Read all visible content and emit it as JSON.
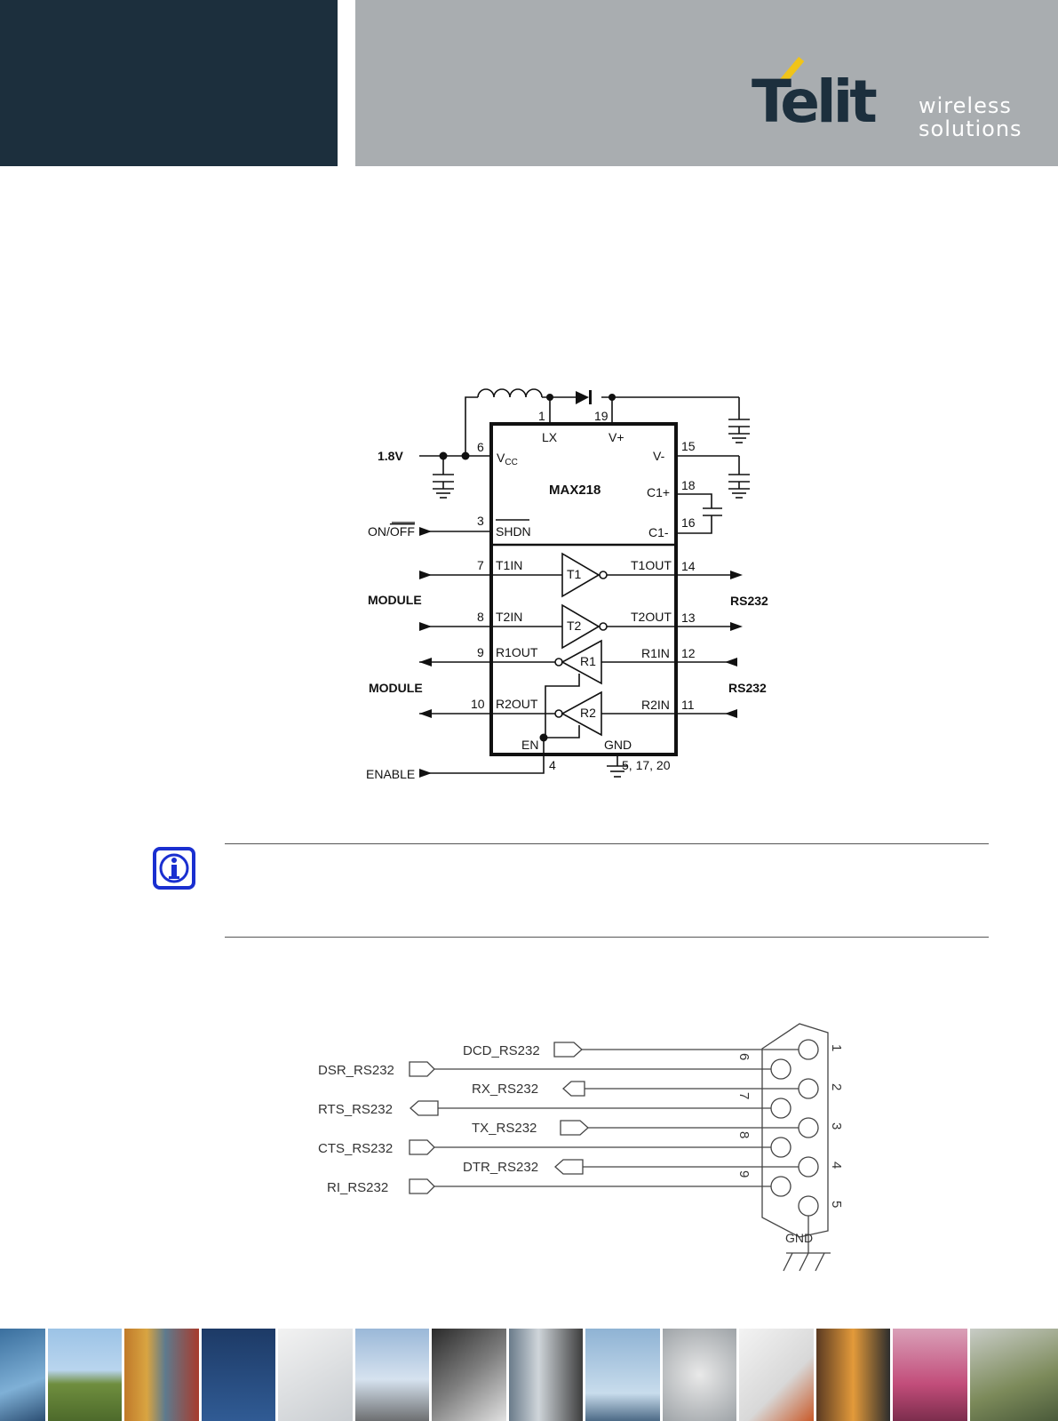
{
  "header": {
    "logo_word": "Telit",
    "logo_tag_1": "wireless",
    "logo_tag_2": "solutions",
    "colors": {
      "dark": "#1c2f3d",
      "grey": "#a9adb0",
      "accent": "#f0c419"
    }
  },
  "max218": {
    "chip": "MAX218",
    "supply": "1.8V",
    "pins": {
      "vcc_num": "6",
      "vcc": "V",
      "vcc_sub": "CC",
      "lx_num": "1",
      "lx": "LX",
      "vplus_num": "19",
      "vplus": "V+",
      "vminus_num": "15",
      "vminus": "V-",
      "c1p_num": "18",
      "c1p": "C1+",
      "c1m_num": "16",
      "c1m": "C1-",
      "shdn_num": "3",
      "shdn": "SHDN",
      "t1in_num": "7",
      "t1in": "T1IN",
      "t1out_num": "14",
      "t1out": "T1OUT",
      "t2in_num": "8",
      "t2in": "T2IN",
      "t2out_num": "13",
      "t2out": "T2OUT",
      "r1out_num": "9",
      "r1out": "R1OUT",
      "r1in_num": "12",
      "r1in": "R1IN",
      "r2out_num": "10",
      "r2out": "R2OUT",
      "r2in_num": "11",
      "r2in": "R2IN",
      "en": "EN",
      "en_num": "4",
      "gnd": "GND",
      "gnd_num": "5, 17, 20"
    },
    "blocks": {
      "t1": "T1",
      "t2": "T2",
      "r1": "R1",
      "r2": "R2"
    },
    "signals": {
      "on": "ON/",
      "off": "OFF",
      "module": "MODULE",
      "rs232": "RS232",
      "enable": "ENABLE"
    }
  },
  "db9": {
    "signals": {
      "dcd": "DCD_RS232",
      "dsr": "DSR_RS232",
      "rx": "RX_RS232",
      "rts": "RTS_RS232",
      "tx": "TX_RS232",
      "cts": "CTS_RS232",
      "dtr": "DTR_RS232",
      "ri": "RI_RS232"
    },
    "pins": {
      "p1": "1",
      "p2": "2",
      "p3": "3",
      "p4": "4",
      "p5": "5",
      "p6": "6",
      "p7": "7",
      "p8": "8",
      "p9": "9"
    },
    "gnd": "GND"
  }
}
